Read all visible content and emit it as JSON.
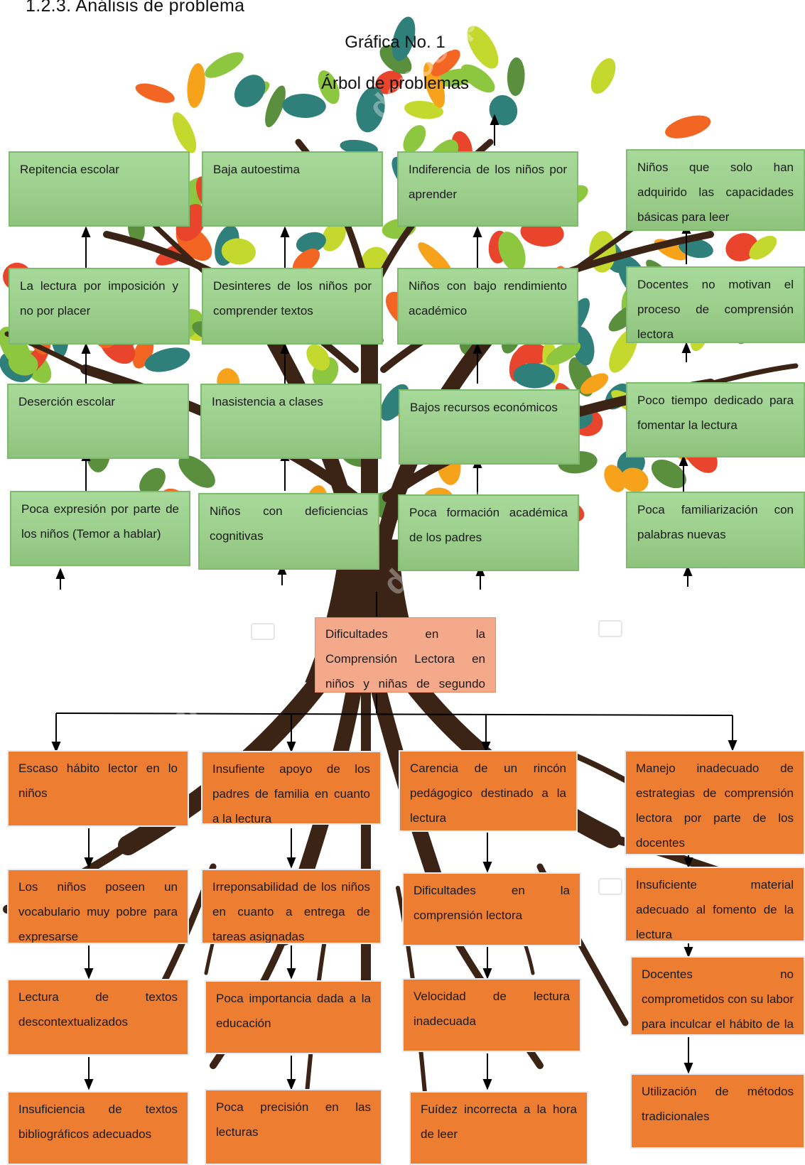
{
  "heading": "1.2.3.   Análisis de problema",
  "caption": {
    "number": "Gráfica No. 1",
    "title": "Árbol de problemas"
  },
  "effects": [
    "Repitencia escolar",
    "Baja autoestima",
    "Indiferencia de los niños por aprender",
    "Niños que solo han adquirido las capacidades básicas para leer",
    "La lectura por imposición y no por placer",
    "Desinteres de los niños por comprender textos",
    "Niños con bajo rendimiento académico",
    "Docentes no motivan el proceso de comprensión lectora",
    "Deserción escolar",
    "Inasistencia a clases",
    "Bajos recursos económicos",
    "Poco tiempo dedicado para fomentar la lectura",
    "Poca expresión por parte de los niños (Temor a hablar)",
    "Niños con deficiencias cognitivas",
    "Poca formación académica de los padres",
    "Poca familiarización con palabras nuevas"
  ],
  "central_problem": "Dificultades en la Comprensión Lectora  en niños y niñas de segundo grado",
  "causes": [
    "Escaso hábito lector en lo niños",
    "Insufiente apoyo de los padres de familia en cuanto a la lectura",
    "Carencia de un rincón pedágogico destinado a la lectura",
    "Manejo inadecuado de estrategias de comprensión lectora por parte de los docentes",
    "Los niños poseen un vocabulario muy pobre para expresarse",
    "Irreponsabilidad de los niños en cuanto a entrega de tareas asignadas",
    "Dificultades en la comprensión lectora",
    "Insuficiente material adecuado al fomento de la lectura",
    "Lectura de textos descontextualizados",
    "Poca importancia dada a la educación",
    "Velocidad de lectura inadecuada",
    "Docentes no comprometidos con su labor para inculcar el hábito de la lectura",
    "Insuficiencia de textos bibliográficos adecuados",
    "Poca precisión en las lecturas",
    "Fuídez incorrecta a la hora de leer",
    "Utilización de métodos tradicionales"
  ],
  "colors": {
    "effect_box": "#9ccf8c",
    "cause_box": "#ed7d31",
    "central_box": "#f4a98a",
    "trunk": "#3b2416"
  }
}
